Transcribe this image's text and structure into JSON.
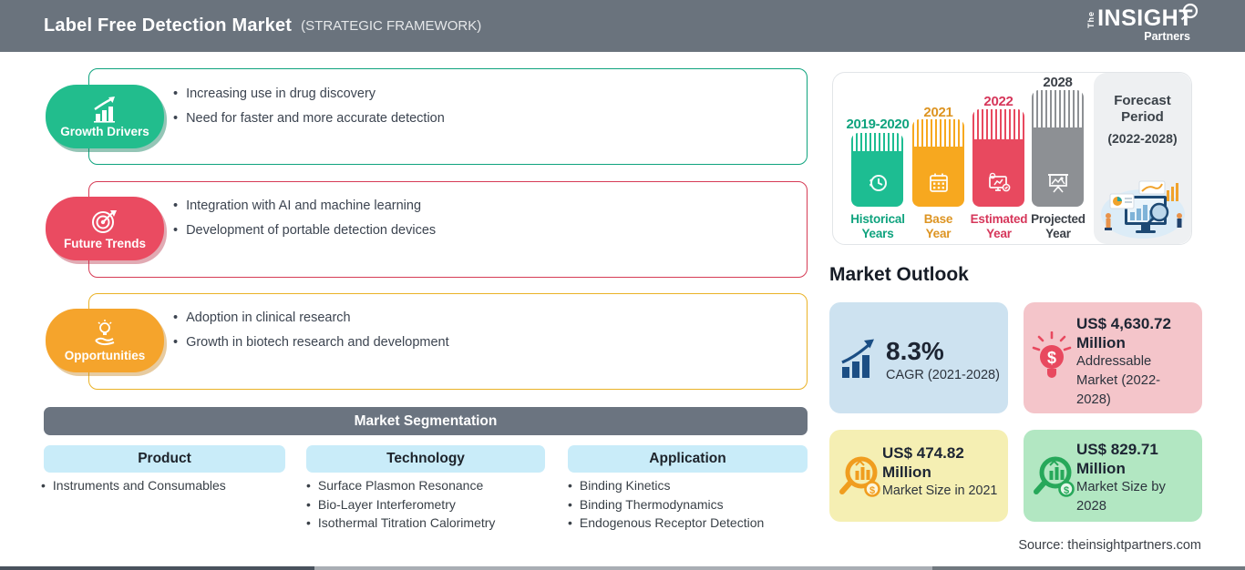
{
  "header": {
    "title": "Label Free Detection Market",
    "subtitle": "(STRATEGIC FRAMEWORK)",
    "logo": {
      "the": "The",
      "insight": "INSIGHT",
      "partners": "Partners"
    }
  },
  "framework": [
    {
      "label": "Growth Drivers",
      "color": "#22bd8d",
      "icon": "bar-chart-growth-icon",
      "bullets": [
        "Increasing use in drug discovery",
        "Need for faster and more accurate detection"
      ]
    },
    {
      "label": "Future Trends",
      "color": "#ea4b61",
      "icon": "target-dart-icon",
      "bullets": [
        "Integration with AI and machine learning",
        "Development of portable detection devices"
      ]
    },
    {
      "label": "Opportunities",
      "color": "#f5a42c",
      "icon": "hand-bulb-icon",
      "bullets": [
        "Adoption in clinical research",
        "Growth in biotech research and development"
      ]
    }
  ],
  "segmentation": {
    "title": "Market Segmentation",
    "columns": [
      {
        "label": "Product",
        "items": [
          "Instruments and Consumables"
        ]
      },
      {
        "label": "Technology",
        "items": [
          "Surface Plasmon Resonance",
          "Bio-Layer Interferometry",
          "Isothermal Titration Calorimetry"
        ]
      },
      {
        "label": "Application",
        "items": [
          "Binding Kinetics",
          "Binding Thermodynamics",
          "Endogenous Receptor Detection"
        ]
      }
    ]
  },
  "timeline": {
    "bars": [
      {
        "year": "2019-2020",
        "label_line1": "Historical",
        "label_line2": "Years",
        "color": "#1dbd92",
        "icon": "clock-icon"
      },
      {
        "year": "2021",
        "label_line1": "Base",
        "label_line2": "Year",
        "color": "#f7a81f",
        "icon": "calendar-icon"
      },
      {
        "year": "2022",
        "label_line1": "Estimated",
        "label_line2": "Year",
        "color": "#e8495f",
        "icon": "monitor-gear-icon"
      },
      {
        "year": "2028",
        "label_line1": "Projected",
        "label_line2": "Year",
        "color": "#8d9094",
        "icon": "projector-screen-icon"
      }
    ],
    "forecast": {
      "line1": "Forecast",
      "line2": "Period",
      "years": "(2022-2028)"
    }
  },
  "outlook": {
    "title": "Market Outlook",
    "cards": [
      {
        "value": "8.3%",
        "label": "CAGR (2021-2028)",
        "bg": "#cde2f0",
        "icon": "growth-arrow-chart-icon"
      },
      {
        "value": "US$ 4,630.72 Million",
        "label": "Addressable Market (2022-2028)",
        "bg": "#f4c5ca",
        "icon": "bulb-dollar-icon"
      },
      {
        "value": "US$ 474.82 Million",
        "label": "Market Size in 2021",
        "bg": "#f5efb3",
        "icon": "magnifier-money-icon"
      },
      {
        "value": "US$ 829.71 Million",
        "label": "Market Size by 2028",
        "bg": "#b2e7c2",
        "icon": "magnifier-money-icon"
      }
    ]
  },
  "source": "Source: theinsightpartners.com"
}
